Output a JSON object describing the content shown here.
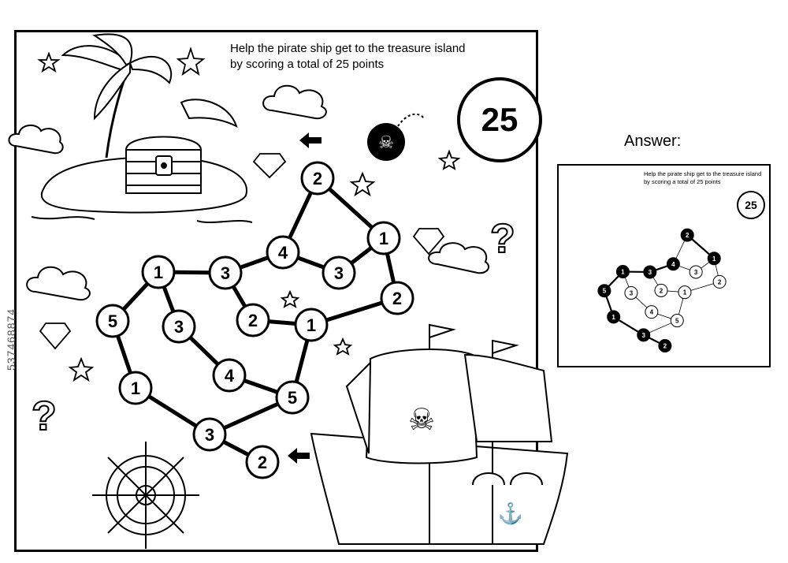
{
  "puzzle": {
    "instruction_line1": "Help the pirate ship get to the treasure island",
    "instruction_line2": "by scoring a total of 25 points",
    "target_total": "25",
    "nodes": [
      {
        "id": "n1",
        "value": "2"
      },
      {
        "id": "n2",
        "value": "1"
      },
      {
        "id": "n3",
        "value": "4"
      },
      {
        "id": "n4",
        "value": "3"
      },
      {
        "id": "n5",
        "value": "2"
      },
      {
        "id": "n6",
        "value": "3"
      },
      {
        "id": "n7",
        "value": "1"
      },
      {
        "id": "n8",
        "value": "5"
      },
      {
        "id": "n9",
        "value": "3"
      },
      {
        "id": "n10",
        "value": "2"
      },
      {
        "id": "n11",
        "value": "1"
      },
      {
        "id": "n12",
        "value": "4"
      },
      {
        "id": "n13",
        "value": "1"
      },
      {
        "id": "n14",
        "value": "5"
      },
      {
        "id": "n15",
        "value": "3"
      },
      {
        "id": "n16",
        "value": "2"
      }
    ],
    "solution_path": [
      "n16",
      "n15",
      "n13",
      "n8",
      "n7",
      "n6",
      "n3",
      "n2",
      "n1"
    ]
  },
  "answer": {
    "label": "Answer:"
  },
  "watermark": "537468874"
}
